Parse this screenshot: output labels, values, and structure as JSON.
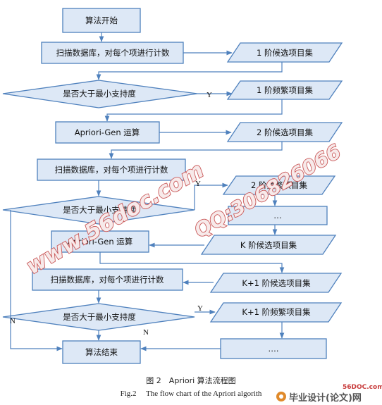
{
  "nodes": {
    "start": "算法开始",
    "scan1": "扫描数据库，对每个项进行计数",
    "cand1": "1 阶候选项目集",
    "decision1": "是否大于最小支持度",
    "freq1": "1 阶频繁项目集",
    "gen1": "Apriori-Gen 运算",
    "cand2": "2 阶候选项目集",
    "scan2": "扫描数据库，对每个项进行计数",
    "freq2": "2 阶频繁项目集",
    "decision2": "是否大于最小支持度",
    "ellipsis1": "…",
    "gen2": "Apriori-Gen 运算",
    "candK": "K 阶候选项目集",
    "scan3": "扫描数据库，对每个项进行计数",
    "candK1": "K+1 阶候选项目集",
    "decision3": "是否大于最小支持度",
    "freqK1": "K+1 阶频繁项目集",
    "end": "算法结束",
    "ellipsis2": "…."
  },
  "edge_labels": {
    "yes1": "Y",
    "yes2": "Y",
    "yes3": "Y",
    "no_left": "N",
    "no_bottom": "N"
  },
  "caption": {
    "cn": "图 2　Apriori 算法流程图",
    "en": "Fig.2　 The flow chart of the Apriori algorith"
  },
  "watermark": {
    "site": "www.56doc.com",
    "qq": "QQ:306826066"
  },
  "logo": {
    "url": "56DOC.com",
    "text": "毕业设计(论文)网"
  },
  "colors": {
    "box_fill": "#dde8f6",
    "box_stroke": "#4f81bd",
    "arrow": "#4f81bd",
    "watermark_fill": "#f7eaea",
    "watermark_stroke": "#c95757"
  }
}
